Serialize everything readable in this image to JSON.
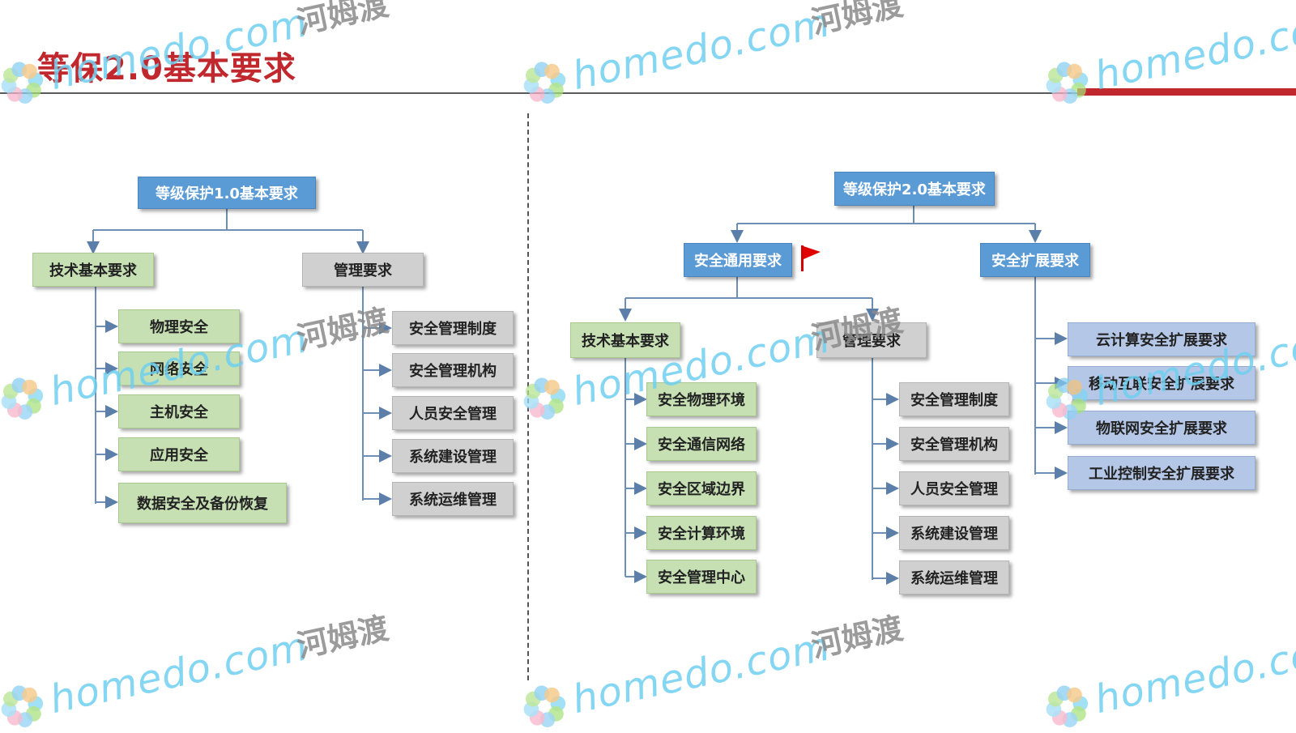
{
  "title": "等保2.0基本要求",
  "colors": {
    "title_red": "#c0282e",
    "node_blue": "#5b9bd5",
    "node_green": "#c6e0b4",
    "node_gray": "#d0d0d0",
    "node_lightblue": "#b4c7e7",
    "watermark": "#6fd0f0"
  },
  "left": {
    "root": "等级保护1.0基本要求",
    "tech": {
      "label": "技术基本要求",
      "items": [
        "物理安全",
        "网络安全",
        "主机安全",
        "应用安全",
        "数据安全及备份恢复"
      ]
    },
    "mgmt": {
      "label": "管理要求",
      "items": [
        "安全管理制度",
        "安全管理机构",
        "人员安全管理",
        "系统建设管理",
        "系统运维管理"
      ]
    }
  },
  "right": {
    "root": "等级保护2.0基本要求",
    "general": {
      "label": "安全通用要求",
      "tech": {
        "label": "技术基本要求",
        "items": [
          "安全物理环境",
          "安全通信网络",
          "安全区域边界",
          "安全计算环境",
          "安全管理中心"
        ]
      },
      "mgmt": {
        "label": "管理要求",
        "items": [
          "安全管理制度",
          "安全管理机构",
          "人员安全管理",
          "系统建设管理",
          "系统运维管理"
        ]
      }
    },
    "extension": {
      "label": "安全扩展要求",
      "items": [
        "云计算安全扩展要求",
        "移动互联安全扩展要求",
        "物联网安全扩展要求",
        "工业控制安全扩展要求"
      ]
    }
  },
  "watermark": {
    "en": "homedo.com",
    "cn": "河姆渡"
  },
  "icons": {
    "flag": "red-flag-icon",
    "watermark_logo": "flower-logo-icon"
  }
}
